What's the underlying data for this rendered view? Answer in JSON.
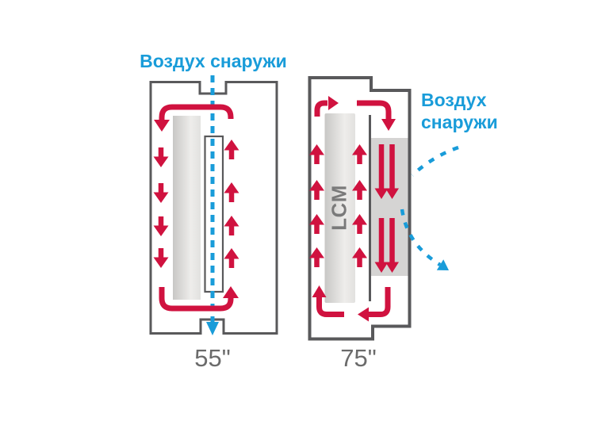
{
  "diagrams": {
    "left": {
      "title": "Воздух снаружи",
      "size": "55\""
    },
    "right": {
      "title": "Воздух снаружи",
      "size": "75\"",
      "panel_label": "LCM"
    }
  },
  "icons": {
    "airflow_arrow": "solid-triangle-arrow",
    "outside_air_arrow": "dashed-line-triangle-arrow"
  },
  "colors": {
    "red": "#d0123f",
    "blue": "#199cd9",
    "outline": "#59595b",
    "panel_grad_start": "#c8c7c5",
    "panel_grad_mid": "#eeedeb",
    "panel_grad_end": "#e2e1df",
    "vent_fill": "#d5d4d3",
    "size_label": "#6b6b6b",
    "panel_label": "#7a7a7a",
    "background": "#ffffff"
  }
}
